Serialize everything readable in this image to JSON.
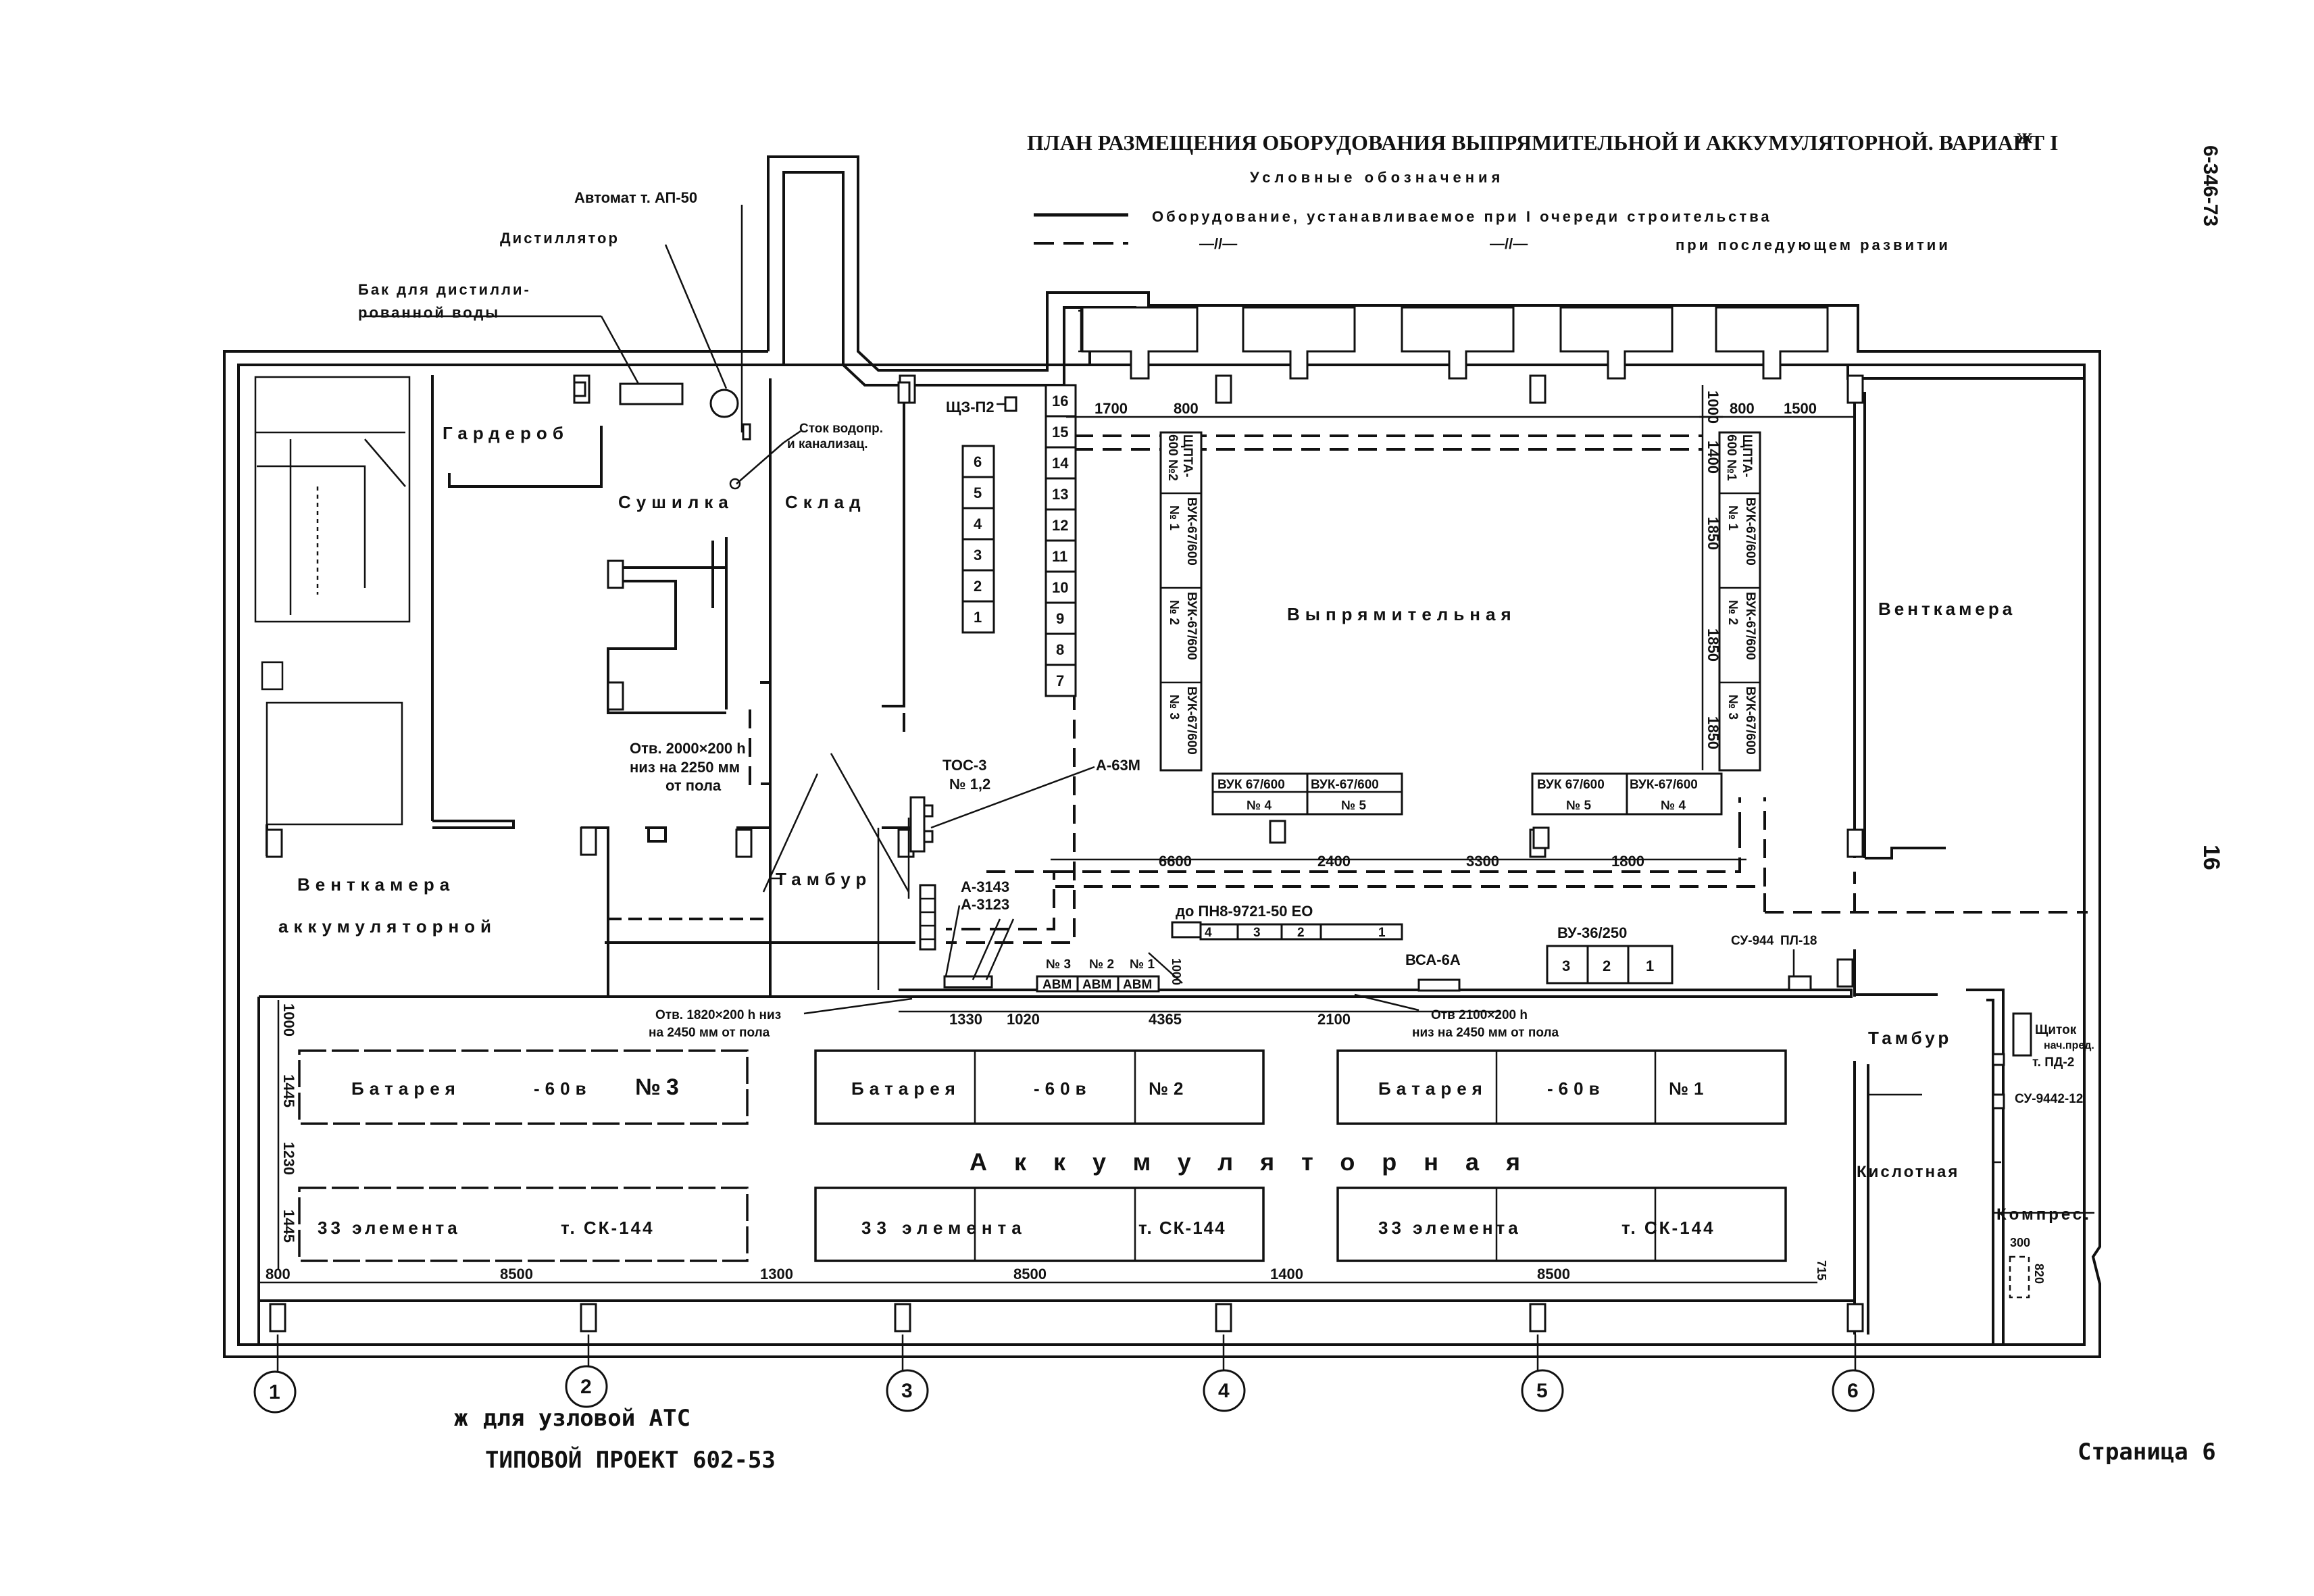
{
  "title": "ПЛАН РАЗМЕЩЕНИЯ ОБОРУДОВАНИЯ ВЫПРЯМИТЕЛЬНОЙ И АККУМУЛЯТОРНОЙ. ВАРИАНТ I",
  "title_mark": "ж",
  "doc_code": "6-346-73",
  "sheet_number": "16",
  "legend": {
    "heading": "Условные обозначения",
    "row1": "Оборудование, устанавливаемое при I очереди строительства",
    "row2_ditto_a": "—//—",
    "row2_ditto_b": "—//—",
    "row2_text": "при последующем развитии"
  },
  "rooms": {
    "garderob": "Гардероб",
    "sushilka": "Сушилка",
    "sklad": "Склад",
    "vypr": "Выпрямительная",
    "ventkamera_right": "Венткамера",
    "ventkamera_acc_1": "Венткамера",
    "ventkamera_acc_2": "аккумуляторной",
    "tambur_left": "Тамбур",
    "tambur_right": "Тамбур",
    "akkum": "Аккумуляторная",
    "kislotnaya": "Кислотная",
    "kompres": "Компрес."
  },
  "callouts": {
    "avtomat": "Автомат т. АП-50",
    "distillator": "Дистиллятор",
    "bak_1": "Бак для дистилли-",
    "bak_2": "рованной воды",
    "stok_1": "Сток водопр.",
    "stok_2": "и канализац.",
    "shchz": "ЩЗ-П2",
    "otv1_1": "Отв. 2000×200 h",
    "otv1_2": "низ на 2250 мм",
    "otv1_3": "от пола",
    "toc_1": "ТОС-3",
    "toc_2": "№ 1,2",
    "a63m": "А-63М",
    "a3143": "А-3143",
    "a3123": "А-3123",
    "do_pn": "до ПН8-9721-50 ЕО",
    "vu": "ВУ-36/250",
    "vsa": "ВСА-6А",
    "su944": "СУ-944",
    "pl18": "ПЛ-18",
    "otv2_1": "Отв. 1820×200 h низ",
    "otv2_2": "на 2450 мм от пола",
    "otv3_1": "Отв 2100×200 h",
    "otv3_2": "низ на 2450 мм от пола",
    "shchitok_1": "Щиток",
    "shchitok_2": "нач.пред.",
    "shchitok_3": "т. ПД-2",
    "su9442": "СУ-9442-12"
  },
  "cabinets_left": [
    "6",
    "5",
    "4",
    "3",
    "2",
    "1"
  ],
  "cabinets_column": [
    "16",
    "15",
    "14",
    "13",
    "12",
    "11",
    "10",
    "9",
    "8",
    "7"
  ],
  "rect_left": {
    "top1": "ЩПТА-",
    "top2": "600 №2",
    "units": [
      {
        "a": "ВУК-67/600",
        "b": "№ 1"
      },
      {
        "a": "ВУК-67/600",
        "b": "№ 2"
      },
      {
        "a": "ВУК-67/600",
        "b": "№ 3"
      }
    ]
  },
  "rect_right": {
    "top1": "ЩПТА-",
    "top2": "600 №1",
    "units": [
      {
        "a": "ВУК-67/600",
        "b": "№ 1"
      },
      {
        "a": "ВУК-67/600",
        "b": "№ 2"
      },
      {
        "a": "ВУК-67/600",
        "b": "№ 3"
      }
    ]
  },
  "bottom_vuk": [
    {
      "a": "ВУК 67/600",
      "b": "№ 4"
    },
    {
      "a": "ВУК-67/600",
      "b": "№ 5"
    },
    {
      "a": "ВУК 67/600",
      "b": "№ 5"
    },
    {
      "a": "ВУК-67/600",
      "b": "№ 4"
    }
  ],
  "pn_cells": [
    "4",
    "3",
    "2",
    "1"
  ],
  "vu_cells": [
    "3",
    "2",
    "1"
  ],
  "avm": [
    {
      "n": "№ 3",
      "t": "АВМ"
    },
    {
      "n": "№ 2",
      "t": "АВМ"
    },
    {
      "n": "№ 1",
      "t": "АВМ"
    }
  ],
  "batteries_top": [
    {
      "a": "Батарея",
      "b": "-60в",
      "c": "№3"
    },
    {
      "a": "Батарея",
      "b": "-60в",
      "c": "№2"
    },
    {
      "a": "Батарея",
      "b": "-60в",
      "c": "№1"
    }
  ],
  "batteries_bottom": [
    {
      "a": "33 элемента",
      "b": "т. СК-144"
    },
    {
      "a": "33 элемента",
      "b": "т. СК-144"
    },
    {
      "a": "33 элемента",
      "b": "т. СК-144"
    }
  ],
  "dims": {
    "d1700": "1700",
    "d800a": "800",
    "d800b": "800",
    "d1500": "1500",
    "d1000a": "1000",
    "d1400": "1400",
    "d1850a": "1850",
    "d1850b": "1850",
    "d1850c": "1850",
    "d6600": "6600",
    "d2400": "2400",
    "d3300": "3300",
    "d1800": "1800",
    "d1000b": "1000",
    "d1330": "1330",
    "d1020": "1020",
    "d4365": "4365",
    "d2100": "2100",
    "d1000c": "1000",
    "d1445a": "1445",
    "d1230": "1230",
    "d1445b": "1445",
    "d800c": "800",
    "d8500a": "8500",
    "d1300": "1300",
    "d8500b": "8500",
    "d1400b": "1400",
    "d8500c": "8500",
    "d715": "715",
    "d300": "300",
    "d820": "820"
  },
  "axes": [
    "1",
    "2",
    "3",
    "4",
    "5",
    "6"
  ],
  "footnote_mark": "ж",
  "footnote": "для узловой АТС",
  "project": "ТИПОВОЙ ПРОЕКТ 602-53",
  "page_label": "Страница 6"
}
